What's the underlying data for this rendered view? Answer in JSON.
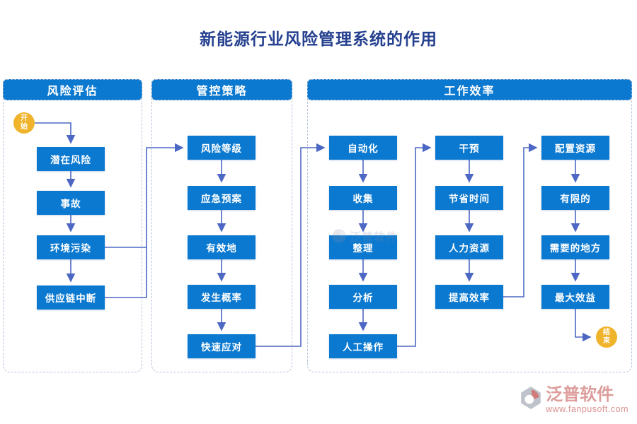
{
  "title": "新能源行业风险管理系统的作用",
  "terminals": {
    "start": "开始",
    "end": "结束"
  },
  "panels": [
    {
      "header": "风险评估",
      "nodes": [
        "潜在风险",
        "事故",
        "环境污染",
        "供应链中断"
      ]
    },
    {
      "header": "管控策略",
      "nodes": [
        "风险等级",
        "应急预案",
        "有效地",
        "发生概率",
        "快速应对"
      ]
    },
    {
      "header": "工作效率",
      "columns": [
        [
          "自动化",
          "收集",
          "整理",
          "分析",
          "人工操作"
        ],
        [
          "干预",
          "节省时间",
          "人力资源",
          "提高效率"
        ],
        [
          "配置资源",
          "有限的",
          "需要的地方",
          "最大效益"
        ]
      ]
    }
  ],
  "watermark": {
    "brand": "泛普软件",
    "url": "www.fanpusoft.com"
  },
  "colors": {
    "node_blue": "#0b79d0",
    "arrow_blue": "#4d68c4",
    "terminal_yellow": "#f0b42c",
    "title_navy": "#25408f",
    "panel_border": "#b7c3d9",
    "logo_red": "#dc9d9b"
  }
}
